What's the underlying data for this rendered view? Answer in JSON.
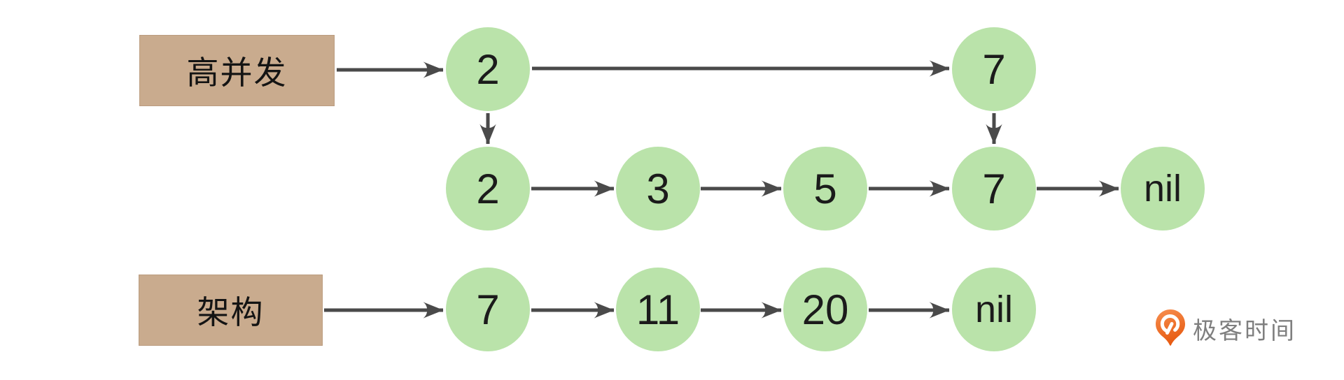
{
  "diagram": {
    "type": "skip-list-linked-lists",
    "colors": {
      "background": "#ffffff",
      "label_box_fill": "#C9AB8E",
      "node_fill": "#BAE3AA",
      "arrow": "#4A4A4A",
      "node_text": "#1b1b1b"
    },
    "rows": [
      {
        "name": "index-level-list",
        "label": "高并发",
        "nodes": [
          "2",
          "7"
        ]
      },
      {
        "name": "base-level-list",
        "label": "",
        "nodes": [
          "2",
          "3",
          "5",
          "7",
          "nil"
        ]
      },
      {
        "name": "second-list",
        "label": "架构",
        "nodes": [
          "7",
          "11",
          "20",
          "nil"
        ]
      }
    ]
  },
  "logo": {
    "text": "极客时间",
    "icon": "geektime-pin-icon",
    "icon_color_top": "#F78F50",
    "icon_color_bottom": "#E75B12",
    "text_color": "#7f7f7f"
  }
}
